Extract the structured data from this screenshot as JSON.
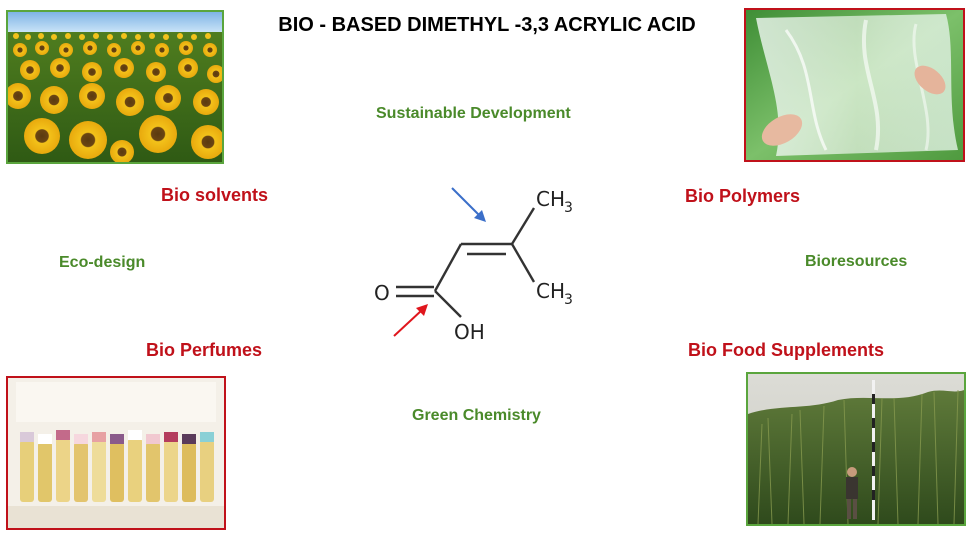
{
  "title": "BIO - BASED DIMETHYL -3,3 ACRYLIC ACID",
  "labels": {
    "sustainable_development": "Sustainable Development",
    "bio_solvents": "Bio solvents",
    "bio_polymers": "Bio Polymers",
    "eco_design": "Eco-design",
    "bioresources": "Bioresources",
    "bio_perfumes": "Bio Perfumes",
    "bio_food_supplements": "Bio Food Supplements",
    "green_chemistry": "Green Chemistry"
  },
  "molecule": {
    "ch3_top": "CH",
    "ch3_top_sub": "3",
    "ch3_bottom": "CH",
    "ch3_bottom_sub": "3",
    "oxygen": "O",
    "hydroxyl": "OH"
  },
  "images": [
    {
      "name": "sunflower-field-photo",
      "frame_color": "#5aa53d"
    },
    {
      "name": "plastic-film-photo",
      "frame_color": "#c0111a"
    },
    {
      "name": "perfume-vials-photo",
      "frame_color": "#c0111a"
    },
    {
      "name": "reed-grass-field-photo",
      "frame_color": "#5aa53d"
    }
  ],
  "colors": {
    "green_text": "#4a8a2a",
    "red_text": "#c0111a",
    "blue_arrow": "#3b6fc9",
    "red_arrow": "#e0161d"
  }
}
